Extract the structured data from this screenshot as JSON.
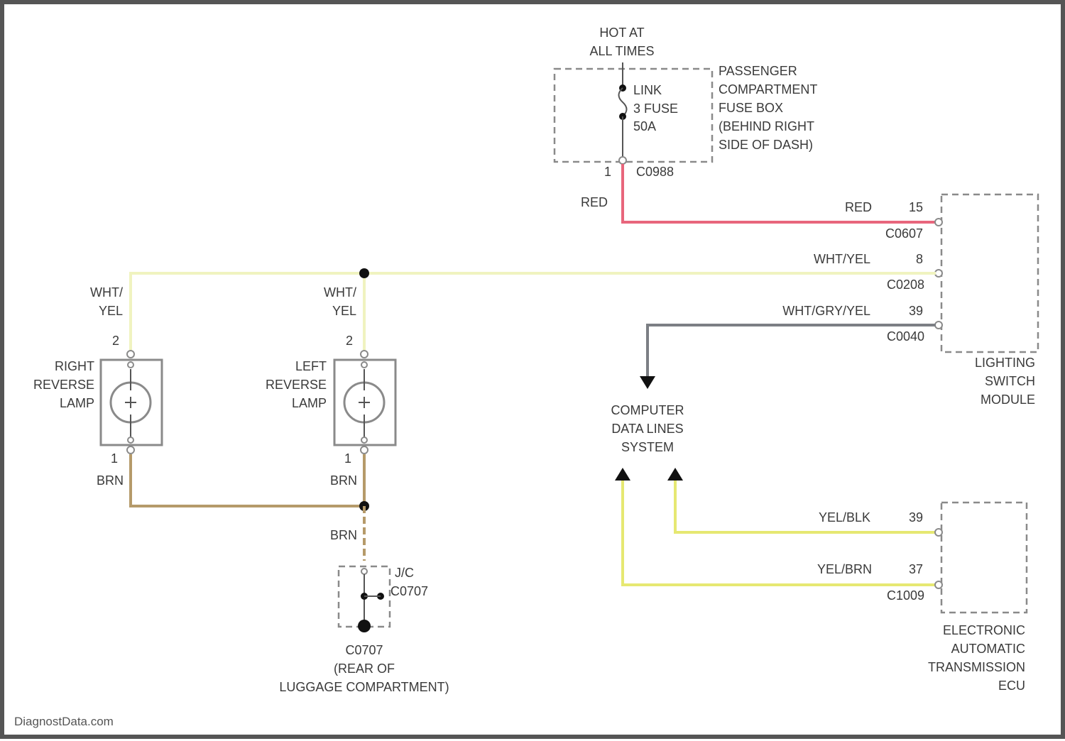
{
  "power": {
    "line1": "HOT AT",
    "line2": "ALL TIMES"
  },
  "fuse_box": {
    "fuse": [
      "LINK",
      "3 FUSE",
      "50A"
    ],
    "name": [
      "PASSENGER",
      "COMPARTMENT",
      "FUSE BOX",
      "(BEHIND RIGHT",
      "SIDE OF DASH)"
    ],
    "pin": "1",
    "connector": "C0988"
  },
  "lighting_module": {
    "name": [
      "LIGHTING",
      "SWITCH",
      "MODULE"
    ],
    "wires": [
      {
        "color": "RED",
        "pin": "15",
        "connector": "C0607"
      },
      {
        "color": "WHT/YEL",
        "pin": "8",
        "connector": "C0208"
      },
      {
        "color": "WHT/GRY/YEL",
        "pin": "39",
        "connector": "C0040"
      }
    ]
  },
  "red_wire_label": "RED",
  "cdl": [
    "COMPUTER",
    "DATA LINES",
    "SYSTEM"
  ],
  "ecu": {
    "name": [
      "ELECTRONIC",
      "AUTOMATIC",
      "TRANSMISSION",
      "ECU"
    ],
    "wires": [
      {
        "color": "YEL/BLK",
        "pin": "39"
      },
      {
        "color": "YEL/BRN",
        "pin": "37"
      }
    ],
    "connector": "C1009"
  },
  "right_lamp": {
    "name": [
      "RIGHT",
      "REVERSE",
      "LAMP"
    ],
    "feed": [
      "WHT/",
      "YEL"
    ],
    "pin_top": "2",
    "pin_bottom": "1",
    "ground": "BRN"
  },
  "left_lamp": {
    "name": [
      "LEFT",
      "REVERSE",
      "LAMP"
    ],
    "feed": [
      "WHT/",
      "YEL"
    ],
    "pin_top": "2",
    "pin_bottom": "1",
    "ground": "BRN"
  },
  "ground_wire": "BRN",
  "ground_connector": [
    "J/C",
    "C0707"
  ],
  "ground_location": [
    "C0707",
    "(REAR OF",
    "LUGGAGE COMPARTMENT)"
  ],
  "watermark": "DiagnostData.com",
  "colors": {
    "red": "#e8667c",
    "wht_yel": "#f0f3c0",
    "wht_gry_yel": "#7c7f84",
    "brn": "#b59a6a",
    "yel": "#e6e872"
  }
}
